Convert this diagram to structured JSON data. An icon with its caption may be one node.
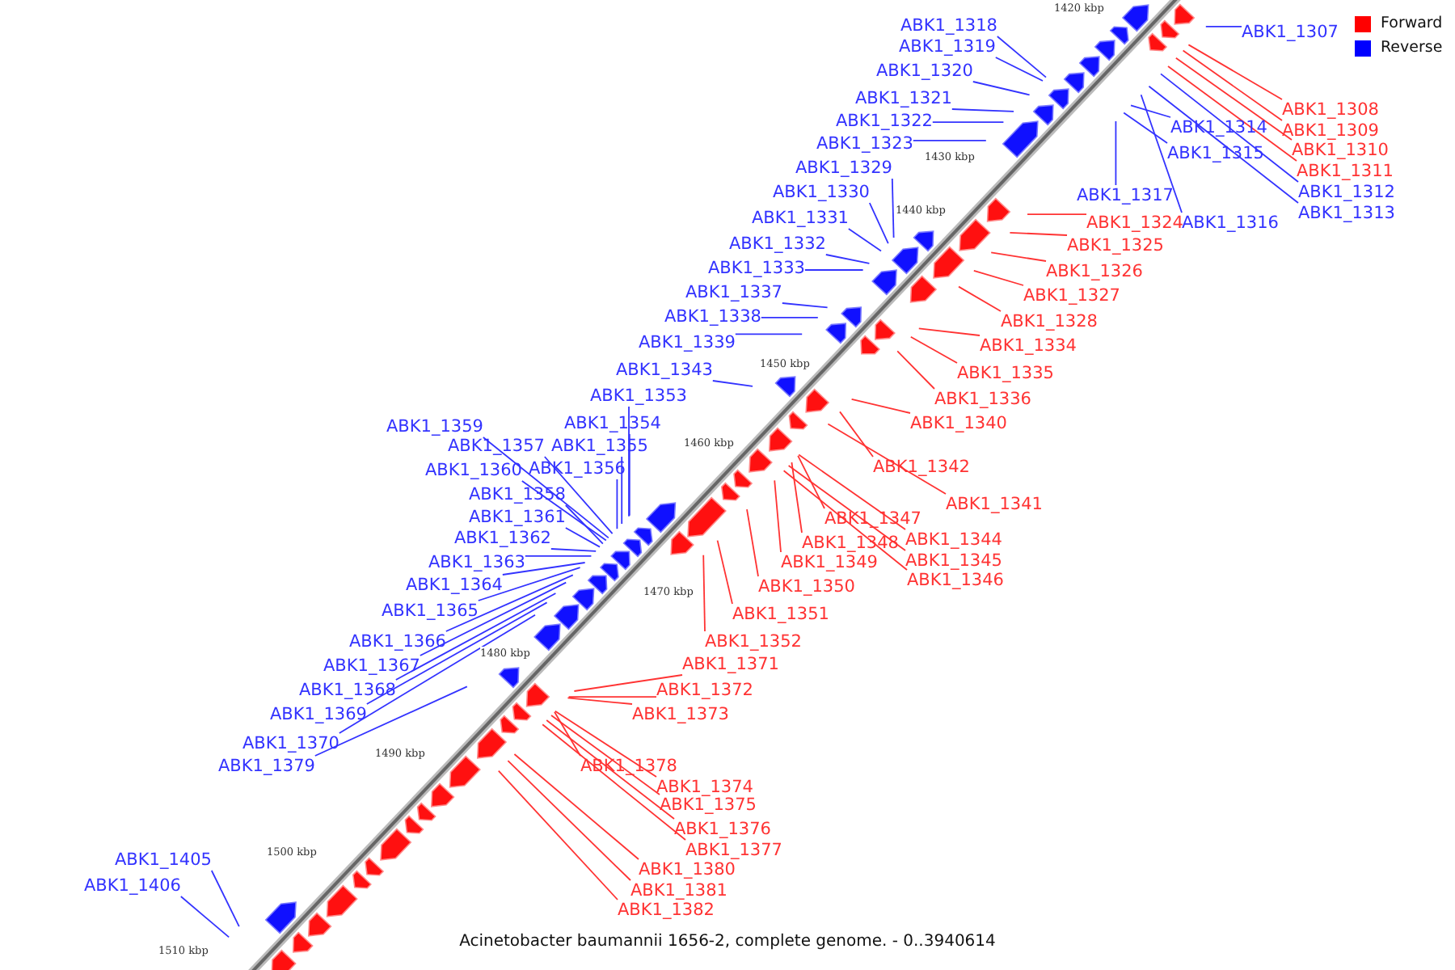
{
  "diagram": {
    "caption": "Acinetobacter baumannii 1656-2, complete genome. - 0..3940614",
    "nodes": [
      {
        "text": [
          "ABK1_1307"
        ]
      },
      {
        "text": [
          "ABK1_1318"
        ]
      },
      {
        "text": [
          "ABK1_1319"
        ]
      },
      {
        "text": [
          "ABK1_1320"
        ]
      },
      {
        "text": [
          "ABK1_1321"
        ]
      },
      {
        "text": [
          "ABK1_1322"
        ]
      },
      {
        "text": [
          "ABK1_1323"
        ]
      },
      {
        "text": [
          "ABK1_1308"
        ]
      },
      {
        "text": [
          "ABK1_1309"
        ]
      },
      {
        "text": [
          "ABK1_1310"
        ]
      },
      {
        "text": [
          "ABK1_1311"
        ]
      },
      {
        "text": [
          "ABK1_1314"
        ]
      },
      {
        "text": [
          "ABK1_1315"
        ]
      },
      {
        "text": [
          "ABK1_1312"
        ]
      },
      {
        "text": [
          "ABK1_1313"
        ]
      },
      {
        "text": [
          "ABK1_1317"
        ]
      },
      {
        "text": [
          "ABK1_1316"
        ]
      },
      {
        "text": [
          "ABK1_1329"
        ]
      },
      {
        "text": [
          "ABK1_1330"
        ]
      },
      {
        "text": [
          "ABK1_1331"
        ]
      },
      {
        "text": [
          "ABK1_1332"
        ]
      },
      {
        "text": [
          "ABK1_1333"
        ]
      },
      {
        "text": [
          "ABK1_1324"
        ]
      },
      {
        "text": [
          "ABK1_1325"
        ]
      },
      {
        "text": [
          "ABK1_1326"
        ]
      },
      {
        "text": [
          "ABK1_1337"
        ]
      },
      {
        "text": [
          "ABK1_1327"
        ]
      },
      {
        "text": [
          "ABK1_1338"
        ]
      },
      {
        "text": [
          "ABK1_1328"
        ]
      },
      {
        "text": [
          "ABK1_1339"
        ]
      },
      {
        "text": [
          "ABK1_1334"
        ]
      },
      {
        "text": [
          "ABK1_1343"
        ]
      },
      {
        "text": [
          "ABK1_1335"
        ]
      },
      {
        "text": [
          "ABK1_1353"
        ]
      },
      {
        "text": [
          "ABK1_1336"
        ]
      },
      {
        "text": [
          "ABK1_1354"
        ]
      },
      {
        "text": [
          "ABK1_1340"
        ]
      },
      {
        "text": [
          "ABK1_1359"
        ]
      },
      {
        "text": [
          "ABK1_1357"
        ]
      },
      {
        "text": [
          "ABK1_1355"
        ]
      },
      {
        "text": [
          "ABK1_1342"
        ]
      },
      {
        "text": [
          "ABK1_1360"
        ]
      },
      {
        "text": [
          "ABK1_1356"
        ]
      },
      {
        "text": [
          "ABK1_1358"
        ]
      },
      {
        "text": [
          "ABK1_1341"
        ]
      },
      {
        "text": [
          "ABK1_1361"
        ]
      },
      {
        "text": [
          "ABK1_1347"
        ]
      },
      {
        "text": [
          "ABK1_1362"
        ]
      },
      {
        "text": [
          "ABK1_1344"
        ]
      },
      {
        "text": [
          "ABK1_1348"
        ]
      },
      {
        "text": [
          "ABK1_1345"
        ]
      },
      {
        "text": [
          "ABK1_1363"
        ]
      },
      {
        "text": [
          "ABK1_1349"
        ]
      },
      {
        "text": [
          "ABK1_1346"
        ]
      },
      {
        "text": [
          "ABK1_1364"
        ]
      },
      {
        "text": [
          "ABK1_1350"
        ]
      },
      {
        "text": [
          "ABK1_1365"
        ]
      },
      {
        "text": [
          "ABK1_1351"
        ]
      },
      {
        "text": [
          "ABK1_1366"
        ]
      },
      {
        "text": [
          "ABK1_1352"
        ]
      },
      {
        "text": [
          "ABK1_1371"
        ]
      },
      {
        "text": [
          "ABK1_1367"
        ]
      },
      {
        "text": [
          "ABK1_1372"
        ]
      },
      {
        "text": [
          "ABK1_1368"
        ]
      },
      {
        "text": [
          "ABK1_1373"
        ]
      },
      {
        "text": [
          "ABK1_1369"
        ]
      },
      {
        "text": [
          "ABK1_1370"
        ]
      },
      {
        "text": [
          "ABK1_1378"
        ]
      },
      {
        "text": [
          "ABK1_1379"
        ]
      },
      {
        "text": [
          "ABK1_1374"
        ]
      },
      {
        "text": [
          "ABK1_1375"
        ]
      },
      {
        "text": [
          "ABK1_1376"
        ]
      },
      {
        "text": [
          "ABK1_1377"
        ]
      },
      {
        "text": [
          "ABK1_1405"
        ]
      },
      {
        "text": [
          "ABK1_1380"
        ]
      },
      {
        "text": [
          "ABK1_1406"
        ]
      },
      {
        "text": [
          "ABK1_1381"
        ]
      },
      {
        "text": [
          "ABK1_1382"
        ]
      }
    ],
    "edges": [
      {
        "from": 0,
        "to": null,
        "arrow": "none",
        "color": "#3333ff"
      },
      {
        "from": 1,
        "to": null,
        "arrow": "none",
        "color": "#3333ff"
      },
      {
        "from": 2,
        "to": null,
        "arrow": "none",
        "color": "#3333ff"
      },
      {
        "from": 3,
        "to": null,
        "arrow": "none",
        "color": "#3333ff"
      },
      {
        "from": 4,
        "to": null,
        "arrow": "none",
        "color": "#3333ff"
      },
      {
        "from": 5,
        "to": null,
        "arrow": "none",
        "color": "#3333ff"
      },
      {
        "from": 6,
        "to": null,
        "arrow": "none",
        "color": "#3333ff"
      },
      {
        "from": 7,
        "to": null,
        "arrow": "none",
        "color": "#ff3333"
      },
      {
        "from": 8,
        "to": null,
        "arrow": "none",
        "color": "#ff3333"
      },
      {
        "from": 9,
        "to": null,
        "arrow": "none",
        "color": "#ff3333"
      },
      {
        "from": 10,
        "to": null,
        "arrow": "none",
        "color": "#ff3333"
      },
      {
        "from": 11,
        "to": null,
        "arrow": "none",
        "color": "#3333ff"
      },
      {
        "from": 12,
        "to": null,
        "arrow": "none",
        "color": "#3333ff"
      },
      {
        "from": 13,
        "to": null,
        "arrow": "none",
        "color": "#3333ff"
      },
      {
        "from": 14,
        "to": null,
        "arrow": "none",
        "color": "#3333ff"
      },
      {
        "from": 15,
        "to": null,
        "arrow": "none",
        "color": "#3333ff"
      },
      {
        "from": 16,
        "to": null,
        "arrow": "none",
        "color": "#3333ff"
      },
      {
        "from": 17,
        "to": null,
        "arrow": "none",
        "color": "#3333ff"
      },
      {
        "from": 18,
        "to": null,
        "arrow": "none",
        "color": "#3333ff"
      },
      {
        "from": 19,
        "to": null,
        "arrow": "none",
        "color": "#3333ff"
      },
      {
        "from": 20,
        "to": null,
        "arrow": "none",
        "color": "#3333ff"
      },
      {
        "from": 21,
        "to": null,
        "arrow": "none",
        "color": "#3333ff"
      },
      {
        "from": 22,
        "to": null,
        "arrow": "none",
        "color": "#ff3333"
      },
      {
        "from": 23,
        "to": null,
        "arrow": "none",
        "color": "#ff3333"
      },
      {
        "from": 24,
        "to": null,
        "arrow": "none",
        "color": "#ff3333"
      },
      {
        "from": 25,
        "to": null,
        "arrow": "none",
        "color": "#3333ff"
      },
      {
        "from": 26,
        "to": null,
        "arrow": "none",
        "color": "#ff3333"
      },
      {
        "from": 27,
        "to": null,
        "arrow": "none",
        "color": "#3333ff"
      },
      {
        "from": 28,
        "to": null,
        "arrow": "none",
        "color": "#ff3333"
      },
      {
        "from": 29,
        "to": null,
        "arrow": "none",
        "color": "#3333ff"
      },
      {
        "from": 30,
        "to": null,
        "arrow": "none",
        "color": "#ff3333"
      },
      {
        "from": 31,
        "to": null,
        "arrow": "none",
        "color": "#3333ff"
      },
      {
        "from": 32,
        "to": null,
        "arrow": "none",
        "color": "#ff3333"
      },
      {
        "from": 33,
        "to": null,
        "arrow": "none",
        "color": "#3333ff"
      },
      {
        "from": 34,
        "to": null,
        "arrow": "none",
        "color": "#ff3333"
      },
      {
        "from": 35,
        "to": null,
        "arrow": "none",
        "color": "#3333ff"
      },
      {
        "from": 36,
        "to": null,
        "arrow": "none",
        "color": "#ff3333"
      },
      {
        "from": 37,
        "to": null,
        "arrow": "none",
        "color": "#3333ff"
      },
      {
        "from": 38,
        "to": null,
        "arrow": "none",
        "color": "#3333ff"
      },
      {
        "from": 39,
        "to": null,
        "arrow": "none",
        "color": "#3333ff"
      },
      {
        "from": 40,
        "to": null,
        "arrow": "none",
        "color": "#ff3333"
      },
      {
        "from": 41,
        "to": null,
        "arrow": "none",
        "color": "#3333ff"
      },
      {
        "from": 42,
        "to": null,
        "arrow": "none",
        "color": "#3333ff"
      },
      {
        "from": 43,
        "to": null,
        "arrow": "none",
        "color": "#3333ff"
      },
      {
        "from": 44,
        "to": null,
        "arrow": "none",
        "color": "#ff3333"
      },
      {
        "from": 45,
        "to": null,
        "arrow": "none",
        "color": "#3333ff"
      },
      {
        "from": 46,
        "to": null,
        "arrow": "none",
        "color": "#ff3333"
      },
      {
        "from": 47,
        "to": null,
        "arrow": "none",
        "color": "#3333ff"
      },
      {
        "from": 48,
        "to": null,
        "arrow": "none",
        "color": "#ff3333"
      },
      {
        "from": 49,
        "to": null,
        "arrow": "none",
        "color": "#ff3333"
      },
      {
        "from": 50,
        "to": null,
        "arrow": "none",
        "color": "#ff3333"
      },
      {
        "from": 51,
        "to": null,
        "arrow": "none",
        "color": "#3333ff"
      },
      {
        "from": 52,
        "to": null,
        "arrow": "none",
        "color": "#ff3333"
      },
      {
        "from": 53,
        "to": null,
        "arrow": "none",
        "color": "#ff3333"
      },
      {
        "from": 54,
        "to": null,
        "arrow": "none",
        "color": "#3333ff"
      },
      {
        "from": 55,
        "to": null,
        "arrow": "none",
        "color": "#ff3333"
      },
      {
        "from": 56,
        "to": null,
        "arrow": "none",
        "color": "#3333ff"
      },
      {
        "from": 57,
        "to": null,
        "arrow": "none",
        "color": "#ff3333"
      },
      {
        "from": 58,
        "to": null,
        "arrow": "none",
        "color": "#3333ff"
      },
      {
        "from": 59,
        "to": null,
        "arrow": "none",
        "color": "#ff3333"
      },
      {
        "from": 60,
        "to": null,
        "arrow": "none",
        "color": "#ff3333"
      },
      {
        "from": 61,
        "to": null,
        "arrow": "none",
        "color": "#3333ff"
      },
      {
        "from": 62,
        "to": null,
        "arrow": "none",
        "color": "#ff3333"
      },
      {
        "from": 63,
        "to": null,
        "arrow": "none",
        "color": "#3333ff"
      },
      {
        "from": 64,
        "to": null,
        "arrow": "none",
        "color": "#ff3333"
      },
      {
        "from": 65,
        "to": null,
        "arrow": "none",
        "color": "#3333ff"
      },
      {
        "from": 66,
        "to": null,
        "arrow": "none",
        "color": "#3333ff"
      },
      {
        "from": 67,
        "to": null,
        "arrow": "none",
        "color": "#ff3333"
      },
      {
        "from": 68,
        "to": null,
        "arrow": "none",
        "color": "#3333ff"
      },
      {
        "from": 69,
        "to": null,
        "arrow": "none",
        "color": "#ff3333"
      },
      {
        "from": 70,
        "to": null,
        "arrow": "none",
        "color": "#ff3333"
      },
      {
        "from": 71,
        "to": null,
        "arrow": "none",
        "color": "#ff3333"
      },
      {
        "from": 72,
        "to": null,
        "arrow": "none",
        "color": "#ff3333"
      },
      {
        "from": 73,
        "to": null,
        "arrow": "none",
        "color": "#3333ff"
      },
      {
        "from": 74,
        "to": null,
        "arrow": "none",
        "color": "#ff3333"
      },
      {
        "from": 75,
        "to": null,
        "arrow": "none",
        "color": "#3333ff"
      },
      {
        "from": 76,
        "to": null,
        "arrow": "none",
        "color": "#ff3333"
      },
      {
        "from": 77,
        "to": null,
        "arrow": "none",
        "color": "#ff3333"
      }
    ],
    "labels": [
      "1420 kbp",
      "1430 kbp",
      "1440 kbp",
      "1450 kbp",
      "1460 kbp",
      "1470 kbp",
      "1480 kbp",
      "1490 kbp",
      "1500 kbp",
      "1510 kbp"
    ],
    "legend": [
      {
        "text": "Forward",
        "color": "#ff0000"
      },
      {
        "text": "Reverse",
        "color": "#0000ff"
      }
    ]
  }
}
